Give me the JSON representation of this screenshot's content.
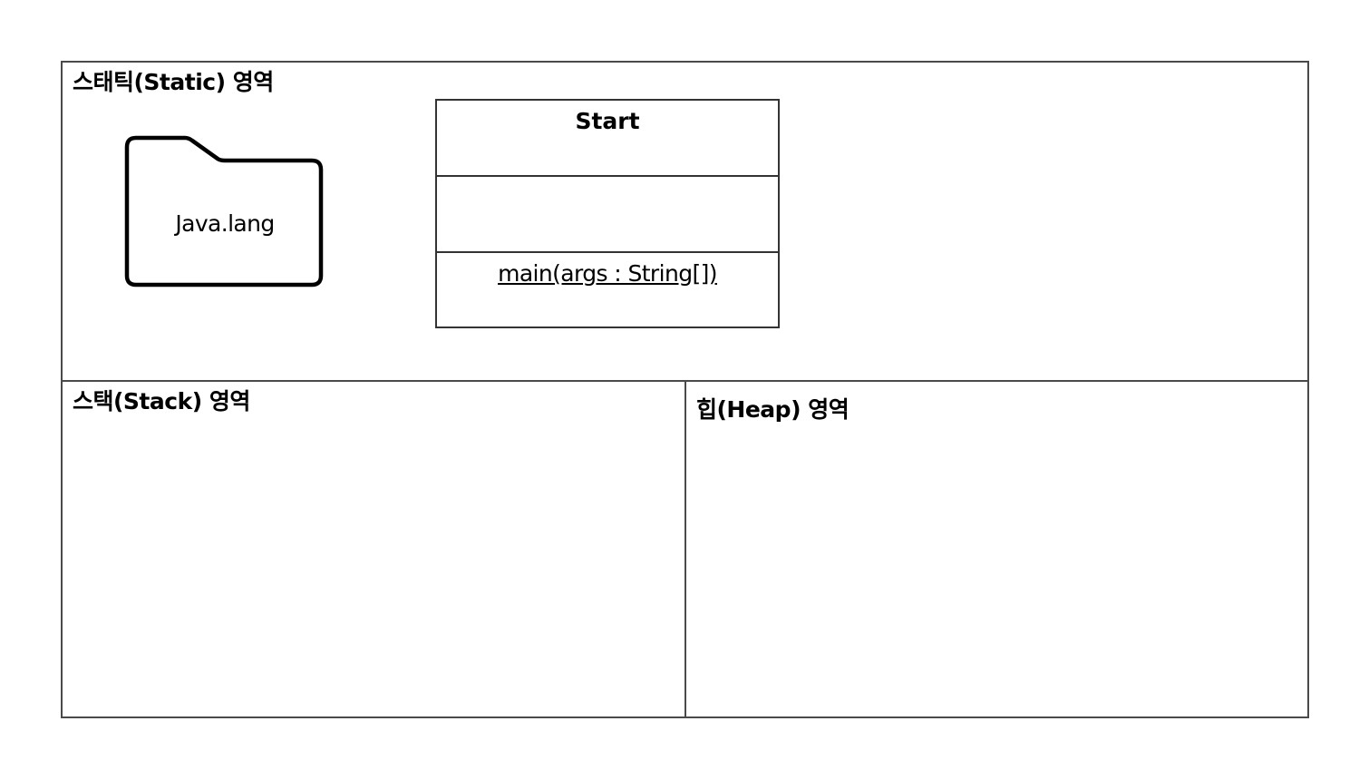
{
  "regions": {
    "static": {
      "title": "스태틱(Static) 영역"
    },
    "stack": {
      "title": "스택(Stack) 영역"
    },
    "heap": {
      "title": "힙(Heap) 영역"
    }
  },
  "package": {
    "name": "Java.lang",
    "icon": "folder-icon"
  },
  "class": {
    "name": "Start",
    "attributes": [],
    "operations": [
      "main(args : String[])"
    ]
  }
}
